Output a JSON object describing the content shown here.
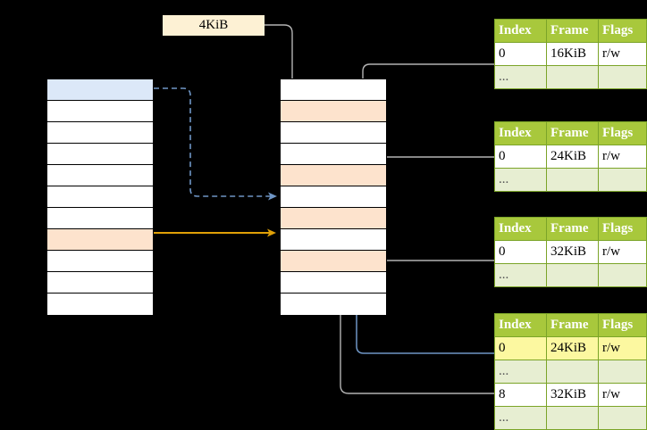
{
  "diagram": {
    "title_label": "4KiB",
    "colors": {
      "highlight_blue": "#dce8f8",
      "highlight_orange": "#fde3cd",
      "table_header_green": "#a8c83c",
      "table_ellipsis_green": "#e7eed2",
      "table_border_green": "#7ba428",
      "caption_cream": "#fdf1d4",
      "arrow_orange": "#e0a007",
      "arrow_blue": "#6f96c6",
      "arrow_gray": "#b3b3b3",
      "highlight_yellow": "#fcf8a0"
    },
    "left_column": {
      "name": "virtual-address-space",
      "rows": [
        {
          "index": 0,
          "fill": "blue",
          "label": ""
        },
        {
          "index": 1,
          "fill": "white",
          "label": ""
        },
        {
          "index": 2,
          "fill": "white",
          "label": ""
        },
        {
          "index": 3,
          "fill": "white",
          "label": ""
        },
        {
          "index": 4,
          "fill": "white",
          "label": ""
        },
        {
          "index": 5,
          "fill": "white",
          "label": ""
        },
        {
          "index": 6,
          "fill": "white",
          "label": ""
        },
        {
          "index": 7,
          "fill": "orange",
          "label": ""
        },
        {
          "index": 8,
          "fill": "white",
          "label": ""
        },
        {
          "index": 9,
          "fill": "white",
          "label": ""
        },
        {
          "index": 10,
          "fill": "white",
          "label": ""
        }
      ]
    },
    "middle_column": {
      "name": "physical-memory",
      "rows": [
        {
          "index": 0,
          "fill": "white",
          "label": ""
        },
        {
          "index": 1,
          "fill": "orange",
          "label": ""
        },
        {
          "index": 2,
          "fill": "white",
          "label": ""
        },
        {
          "index": 3,
          "fill": "white",
          "label": ""
        },
        {
          "index": 4,
          "fill": "orange",
          "label": ""
        },
        {
          "index": 5,
          "fill": "white",
          "label": ""
        },
        {
          "index": 6,
          "fill": "orange",
          "label": ""
        },
        {
          "index": 7,
          "fill": "white",
          "label": ""
        },
        {
          "index": 8,
          "fill": "orange",
          "label": ""
        },
        {
          "index": 9,
          "fill": "white",
          "label": ""
        },
        {
          "index": 10,
          "fill": "white",
          "label": ""
        }
      ]
    },
    "tables": [
      {
        "name": "page-table-1",
        "headers": [
          "Index",
          "Frame",
          "Flags"
        ],
        "rows": [
          {
            "type": "data",
            "cells": [
              "0",
              "16KiB",
              "r/w"
            ],
            "highlight": [
              false,
              false,
              false
            ]
          },
          {
            "type": "ellipsis",
            "cells": [
              "...",
              "",
              ""
            ],
            "highlight": [
              false,
              false,
              false
            ]
          }
        ]
      },
      {
        "name": "page-table-2",
        "headers": [
          "Index",
          "Frame",
          "Flags"
        ],
        "rows": [
          {
            "type": "data",
            "cells": [
              "0",
              "24KiB",
              "r/w"
            ],
            "highlight": [
              false,
              false,
              false
            ]
          },
          {
            "type": "ellipsis",
            "cells": [
              "...",
              "",
              ""
            ],
            "highlight": [
              false,
              false,
              false
            ]
          }
        ]
      },
      {
        "name": "page-table-3",
        "headers": [
          "Index",
          "Frame",
          "Flags"
        ],
        "rows": [
          {
            "type": "data",
            "cells": [
              "0",
              "32KiB",
              "r/w"
            ],
            "highlight": [
              false,
              false,
              false
            ]
          },
          {
            "type": "ellipsis",
            "cells": [
              "...",
              "",
              ""
            ],
            "highlight": [
              false,
              false,
              false
            ]
          }
        ]
      },
      {
        "name": "page-table-4",
        "headers": [
          "Index",
          "Frame",
          "Flags"
        ],
        "rows": [
          {
            "type": "data",
            "cells": [
              "0",
              "24KiB",
              "r/w"
            ],
            "highlight": [
              true,
              true,
              true
            ]
          },
          {
            "type": "ellipsis",
            "cells": [
              "...",
              "",
              ""
            ],
            "highlight": [
              false,
              false,
              false
            ]
          },
          {
            "type": "data",
            "cells": [
              "8",
              "32KiB",
              "r/w"
            ],
            "highlight": [
              false,
              false,
              false
            ]
          },
          {
            "type": "ellipsis",
            "cells": [
              "...",
              "",
              ""
            ],
            "highlight": [
              false,
              false,
              false
            ]
          }
        ]
      }
    ]
  }
}
